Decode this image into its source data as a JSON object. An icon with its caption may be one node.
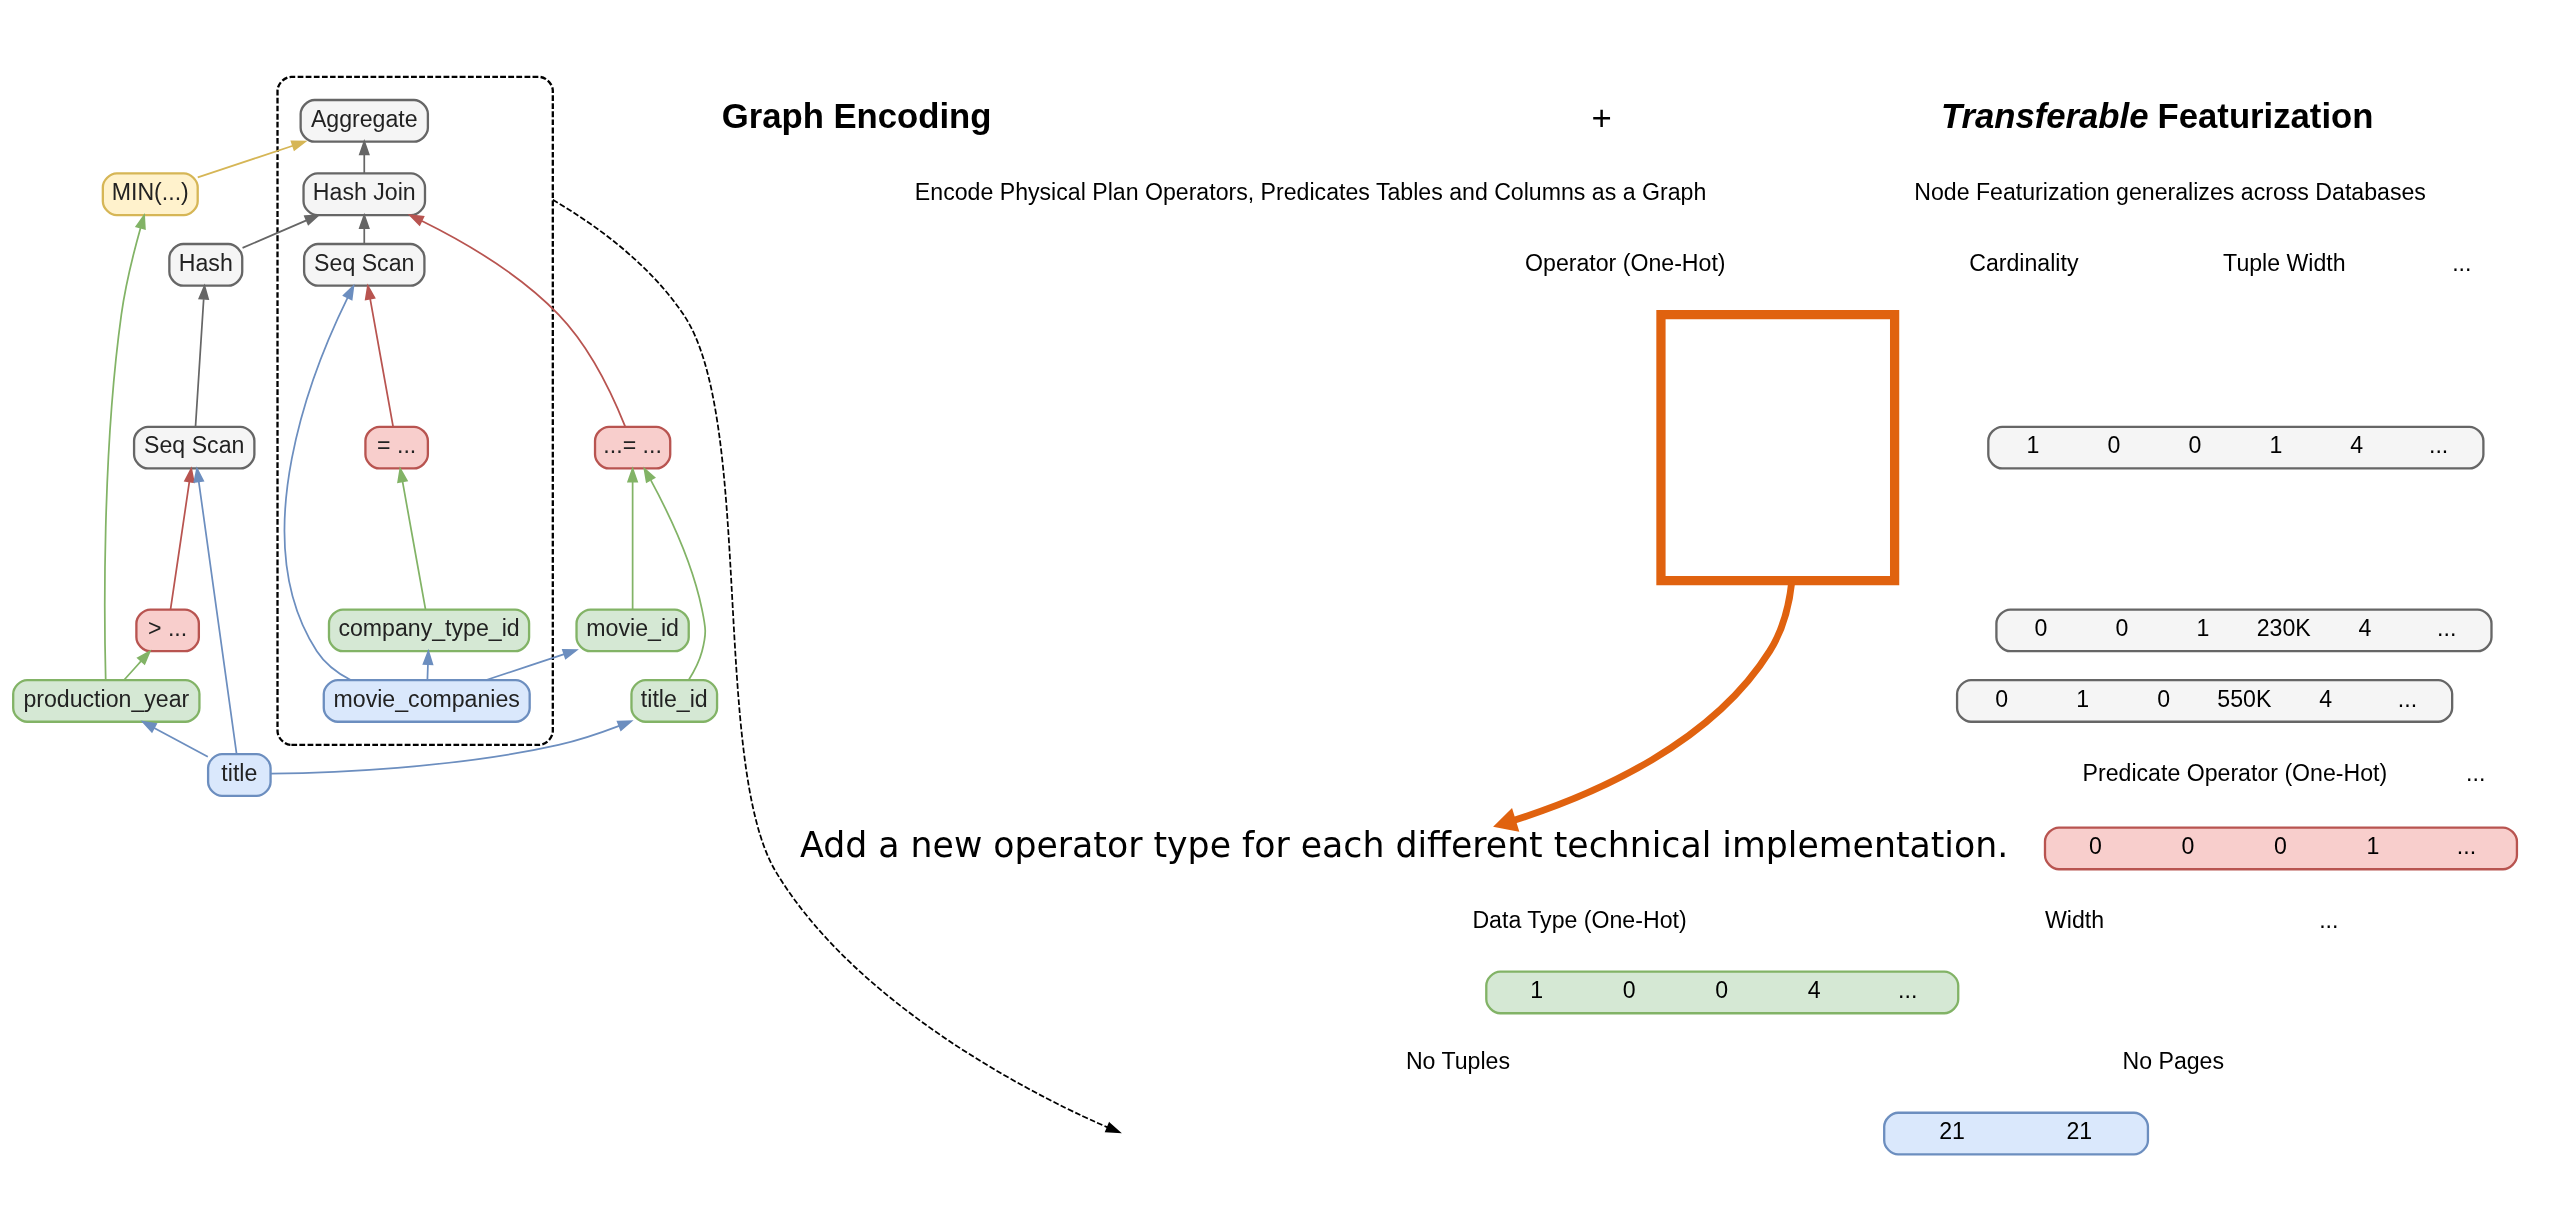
{
  "diagram": {
    "nodes": [
      {
        "text": [],
        "shape": "box"
      },
      {
        "text": [
          "Aggregate"
        ],
        "in": 0
      },
      {
        "text": [
          "MIN(...)"
        ]
      },
      {
        "text": [
          "Hash Join"
        ],
        "in": 0
      },
      {
        "text": [
          "Hash"
        ]
      },
      {
        "text": [
          "Seq Scan"
        ],
        "in": 0
      },
      {
        "text": [
          "Seq Scan"
        ]
      },
      {
        "text": [
          "...= ..."
        ]
      },
      {
        "text": [
          "movie_id"
        ]
      },
      {
        "text": [
          "= ..."
        ],
        "in": 0
      },
      {
        "text": [
          "> ..."
        ]
      },
      {
        "text": [
          "company_type_id"
        ],
        "in": 0
      },
      {
        "text": [
          "title_id"
        ]
      },
      {
        "text": [
          "production_year"
        ]
      },
      {
        "text": [
          "movie_companies"
        ],
        "in": 0
      },
      {
        "text": [
          "title"
        ]
      },
      {
        "text": [],
        "shape": "box"
      },
      {
        "text": [
          "1",
          "0",
          "0",
          "1",
          "4",
          "..."
        ]
      },
      {
        "text": [
          "0",
          "0",
          "1",
          "230K",
          "4",
          "..."
        ]
      },
      {
        "text": [
          "0",
          "1",
          "0",
          "550K",
          "4",
          "..."
        ]
      },
      {
        "text": [
          "0",
          "0",
          "0",
          "1",
          "..."
        ]
      },
      {
        "text": [
          "1",
          "0",
          "0",
          "4",
          "..."
        ]
      },
      {
        "text": [
          "21",
          "21"
        ]
      },
      {
        "text": [
          "Add a new operator type for each different technical implementation."
        ]
      }
    ],
    "edges": [
      {
        "from": 2,
        "to": 1,
        "arrow": "to",
        "color": "#d6b656"
      },
      {
        "from": 3,
        "to": 1,
        "arrow": "to",
        "color": "#666666"
      },
      {
        "from": 7,
        "to": 3,
        "arrow": "to",
        "color": "#b85450"
      },
      {
        "from": 4,
        "to": 3,
        "arrow": "to",
        "color": "#666666"
      },
      {
        "from": 5,
        "to": 3,
        "arrow": "to",
        "color": "#666666"
      },
      {
        "from": 6,
        "to": 4,
        "arrow": "to",
        "color": "#666666"
      },
      {
        "from": 15,
        "to": 6,
        "arrow": "to",
        "color": "#6c8ebf"
      },
      {
        "from": 10,
        "to": 6,
        "arrow": "to",
        "color": "#b85450"
      },
      {
        "from": 13,
        "to": 10,
        "arrow": "to",
        "color": "#82b366"
      },
      {
        "from": 13,
        "to": 2,
        "arrow": "to",
        "color": "#82b366"
      },
      {
        "from": 15,
        "to": 13,
        "arrow": "to",
        "color": "#6c8ebf"
      },
      {
        "from": 15,
        "to": 12,
        "arrow": "to",
        "color": "#6c8ebf"
      },
      {
        "from": 12,
        "to": 7,
        "arrow": "to",
        "color": "#82b366"
      },
      {
        "from": 8,
        "to": 7,
        "arrow": "to",
        "color": "#82b366"
      },
      {
        "from": 14,
        "to": 8,
        "arrow": "to",
        "color": "#6c8ebf"
      },
      {
        "from": 14,
        "to": 5,
        "arrow": "to",
        "color": "#6c8ebf"
      },
      {
        "from": 9,
        "to": 5,
        "arrow": "to",
        "color": "#b85450"
      },
      {
        "from": 11,
        "to": 9,
        "arrow": "to",
        "color": "#82b366"
      },
      {
        "from": 14,
        "to": 11,
        "arrow": "to",
        "color": "#6c8ebf"
      },
      {
        "from": 16,
        "to": 23,
        "arrow": "to",
        "color": "#e0620f",
        "style": "thick"
      },
      {
        "from": 0,
        "to": null,
        "arrow": "to",
        "style": "dashed",
        "color": "#000000"
      }
    ],
    "labels": [
      "Graph Encoding",
      "Encode Physical Plan Operators, Predicates Tables and Columns as a Graph",
      "+",
      "*Transferable* Featurization",
      "Node Featurization generalizes across Databases",
      "Operator (One-Hot)",
      "Cardinality",
      "Tuple Width",
      "...",
      "Predicate Operator (One-Hot)",
      "...",
      "Data Type (One-Hot)",
      "Width",
      "...",
      "No Tuples",
      "No Pages"
    ]
  }
}
